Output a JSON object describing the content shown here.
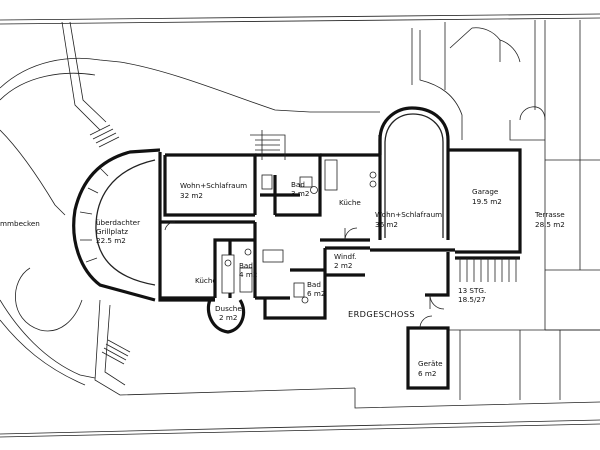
{
  "plan": {
    "title": "ERDGESCHOSS",
    "rooms": {
      "pool": {
        "name": "mmbecken"
      },
      "grill": {
        "name": "überdachter",
        "name2": "Grillplatz",
        "area": "22.5 m2"
      },
      "wohn1": {
        "name": "Wohn+Schlafraum",
        "area": "32 m2"
      },
      "bad3": {
        "name": "Bad",
        "area": "3 m2"
      },
      "kueche1": {
        "name": "Küche"
      },
      "wohn2": {
        "name": "Wohn+Schlafraum",
        "area": "36 m2"
      },
      "garage": {
        "name": "Garage",
        "area": "19.5 m2"
      },
      "terrasse": {
        "name": "Terrasse",
        "area": "28.5 m2"
      },
      "kueche2": {
        "name": "Küche"
      },
      "bad4": {
        "name": "Bad",
        "area": "4 m2"
      },
      "bad6": {
        "name": "Bad",
        "area": "6 m2"
      },
      "windf": {
        "name": "Windf.",
        "area": "2 m2"
      },
      "stairs": {
        "name": "13 STG.",
        "area": "18.5/27"
      },
      "dusche": {
        "name": "Dusche",
        "area": "2 m2"
      },
      "geraete": {
        "name": "Geräte",
        "area": "6 m2"
      }
    }
  }
}
